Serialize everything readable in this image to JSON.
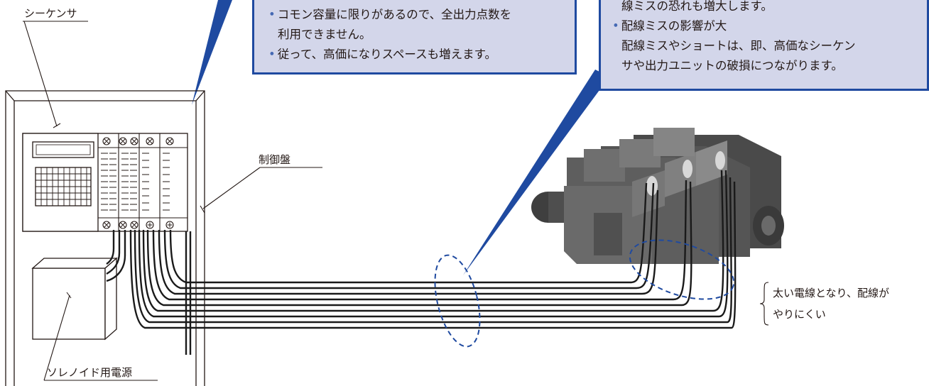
{
  "colors": {
    "callout_bg": "#d3d6ea",
    "callout_border": "#1f4aa0",
    "wire": "#1a1a1a",
    "ellipse_dash": "#1f4aa0",
    "valve_body": "#5a5a5a"
  },
  "callout_left": {
    "lines": [
      "コモン容量に限りがあるので、全出力点数を",
      "利用できません。",
      "従って、高価になりスペースも増えます。"
    ]
  },
  "callout_right": {
    "lines": [
      "線ミスの恐れも増大します。",
      "配線ミスの影響が大",
      "配線ミスやショートは、即、高価なシーケン",
      "サや出力ユニットの破損につながります。"
    ]
  },
  "labels": {
    "sequencer": "シーケンサ",
    "control_panel": "制御盤",
    "solenoid_power": "ソレノイド用電源"
  },
  "note": {
    "lines": [
      "太い電線となり、配線が",
      "やりにくい"
    ]
  }
}
